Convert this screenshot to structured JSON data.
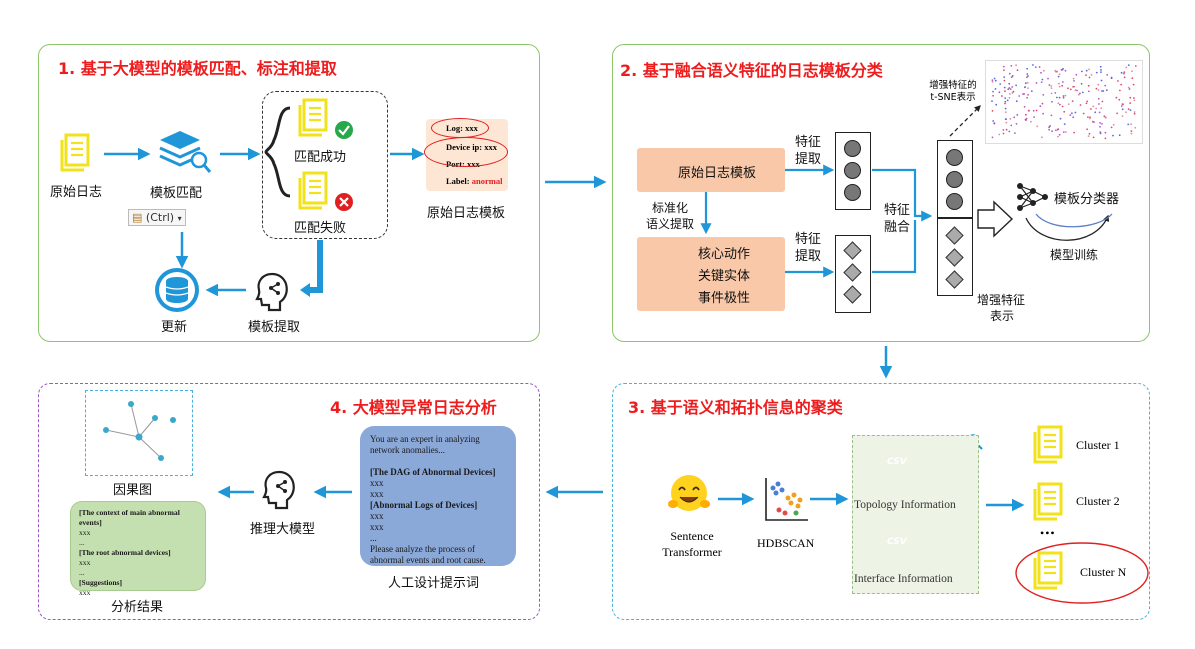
{
  "panel1": {
    "title": "1. 基于大模型的模板匹配、标注和提取",
    "raw_log": "原始日志",
    "template_match": "模板匹配",
    "match_success": "匹配成功",
    "match_fail": "匹配失败",
    "raw_template": "原始日志模板",
    "update": "更新",
    "template_extract": "模板提取",
    "ctrl_label": "(Ctrl)",
    "tag": {
      "log": "Log: xxx",
      "device": "Device ip: xxx",
      "port": "Port: xxx",
      "label_key": "Label: ",
      "label_val": "anormal"
    }
  },
  "panel2": {
    "title": "2. 基于融合语义特征的日志模板分类",
    "raw_template": "原始日志模板",
    "standardize": [
      "标准化",
      "语义提取"
    ],
    "semantic_items": [
      "核心动作",
      "关键实体",
      "事件极性"
    ],
    "feature_extract_1": [
      "特征",
      "提取"
    ],
    "feature_extract_2": [
      "特征",
      "提取"
    ],
    "feature_fusion": [
      "特征",
      "融合"
    ],
    "enhanced_repr": [
      "增强特征",
      "表示"
    ],
    "tsne_label": [
      "增强特征的",
      "t-SNE表示"
    ],
    "classifier": "模板分类器",
    "model_training": "模型训练"
  },
  "panel3": {
    "title": "3. 基于语义和拓扑信息的聚类",
    "sentence_transformer": [
      "Sentence",
      "Transformer"
    ],
    "hdbscan": "HDBSCAN",
    "csv": "CSV",
    "topology": "Topology Information",
    "interface": "Interface Information",
    "clusters": [
      "Cluster 1",
      "Cluster 2",
      "Cluster N"
    ],
    "dots": "•••"
  },
  "panel4": {
    "title": "4. 大模型异常日志分析",
    "causal_graph": "因果图",
    "reasoning_model": "推理大模型",
    "prompt_design": "人工设计提示词",
    "analysis_result": "分析结果",
    "prompt_lines": [
      "You are an expert in analyzing",
      "network anomalies...",
      "",
      "[The DAG of Abnormal Devices]",
      "xxx",
      "xxx",
      "[Abnormal Logs of Devices]",
      "xxx",
      "xxx",
      "...",
      "Please analyze the process of",
      "abnormal events and root cause."
    ],
    "result_lines": [
      "[The context of main abnormal",
      "events]",
      "xxx",
      "...",
      "[The root abnormal devices]",
      "xxx",
      "...",
      "[Suggestions]",
      "xxx"
    ]
  },
  "colors": {
    "title_red": "#ee1c1c",
    "arrow_blue": "#1e96d8",
    "panel_green": "#8cc56a",
    "panel_blue": "#49b0e0",
    "panel_purple": "#9a55c8",
    "doc_yellow": "#f2e21a",
    "orange_box": "#f8c8a8",
    "prompt_blue": "#8aa8d8",
    "result_green": "#c5e0b0"
  }
}
